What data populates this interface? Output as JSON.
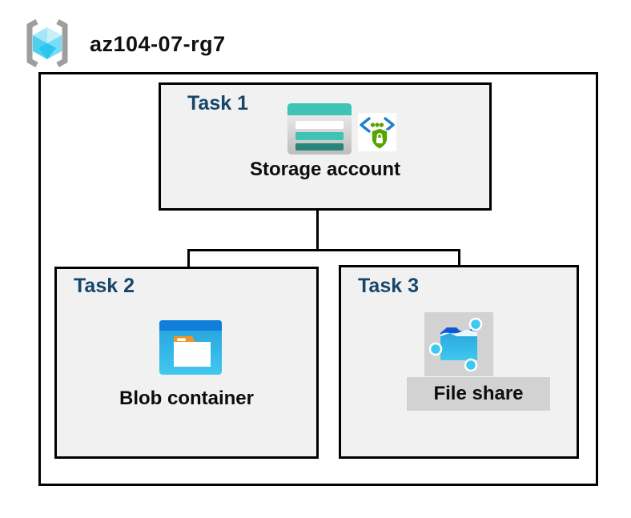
{
  "header": {
    "title": "az104-07-rg7",
    "icon": "resource-group-icon"
  },
  "tasks": [
    {
      "label": "Task 1",
      "item": "Storage account",
      "icons": [
        "storage-account-icon",
        "secure-endpoint-icon"
      ]
    },
    {
      "label": "Task 2",
      "item": "Blob container",
      "icons": [
        "blob-container-icon"
      ]
    },
    {
      "label": "Task 3",
      "item": "File share",
      "icons": [
        "file-share-icon"
      ]
    }
  ],
  "connections": [
    {
      "from": "Storage account",
      "to": "Blob container"
    },
    {
      "from": "Storage account",
      "to": "File share"
    }
  ],
  "colors": {
    "task_label": "#17466B",
    "box_fill": "#F1F1F1",
    "border": "#000000",
    "highlight_fill": "#D2D2D2",
    "storage_teal": "#3EC3B4",
    "storage_teal_dark": "#27867C",
    "blob_blue": "#0F7FDB",
    "file_cyan": "#3CC9F2",
    "shield_green": "#57A300",
    "folder_tab_orange": "#F7941E"
  }
}
